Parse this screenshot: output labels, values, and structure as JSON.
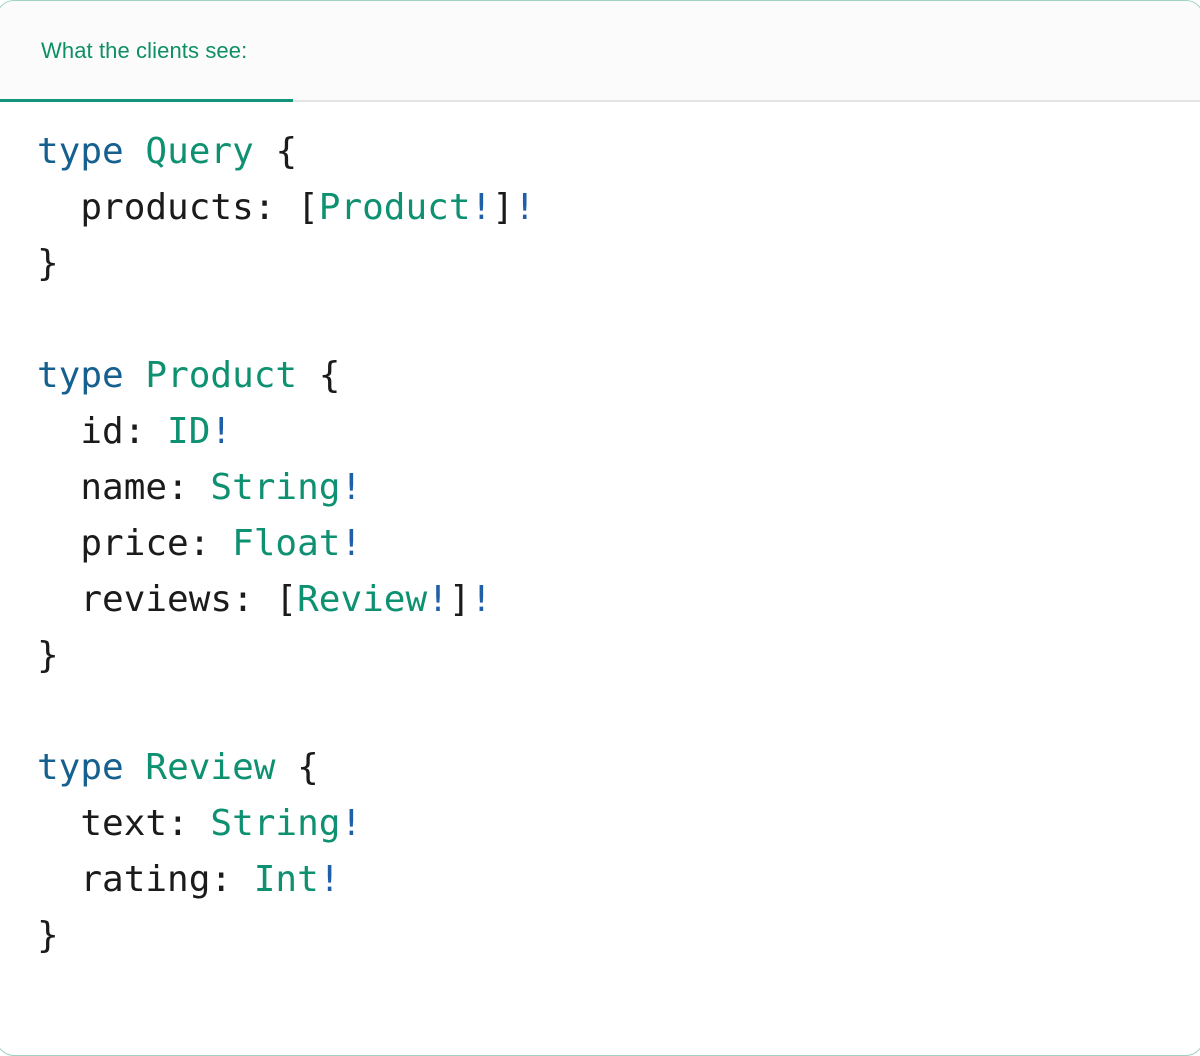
{
  "card": {
    "border_color": "#9fd3bd",
    "background": "#ffffff"
  },
  "tabs": {
    "active_index": 0,
    "items": [
      {
        "label": "What the clients see:",
        "active": true
      }
    ],
    "active_color": "#0e8f66",
    "underline_color": "#12947a",
    "strip_background": "#fbfbfb",
    "strip_border_color": "#e4e4e4"
  },
  "code": {
    "language": "graphql",
    "syntax_colors": {
      "keyword": "#15608f",
      "type_name": "#0e9171",
      "non_null": "#1f5fa8",
      "punctuation": "#1b1b1b"
    },
    "lines": [
      {
        "index": 1,
        "text": "type Query {"
      },
      {
        "index": 2,
        "text": "  products: [Product!]!"
      },
      {
        "index": 3,
        "text": "}"
      },
      {
        "index": 4,
        "text": ""
      },
      {
        "index": 5,
        "text": "type Product {"
      },
      {
        "index": 6,
        "text": "  id: ID!"
      },
      {
        "index": 7,
        "text": "  name: String!"
      },
      {
        "index": 8,
        "text": "  price: Float!"
      },
      {
        "index": 9,
        "text": "  reviews: [Review!]!"
      },
      {
        "index": 10,
        "text": "}"
      },
      {
        "index": 11,
        "text": ""
      },
      {
        "index": 12,
        "text": "type Review {"
      },
      {
        "index": 13,
        "text": "  text: String!"
      },
      {
        "index": 14,
        "text": "  rating: Int!"
      },
      {
        "index": 15,
        "text": "}"
      }
    ],
    "tokens": {
      "kw_type": "type",
      "type_query": "Query",
      "type_product": "Product",
      "type_review": "Review",
      "brace_open": "{",
      "brace_close": "}",
      "bracket_open": "[",
      "bracket_close": "]",
      "bang": "!",
      "field_products": "  products: ",
      "field_id": "  id: ",
      "field_name": "  name: ",
      "field_price": "  price: ",
      "field_reviews": "  reviews: ",
      "field_text": "  text: ",
      "field_rating": "  rating: ",
      "scalar_id": "ID",
      "scalar_string": "String",
      "scalar_float": "Float",
      "scalar_int": "Int",
      "space": " "
    }
  }
}
